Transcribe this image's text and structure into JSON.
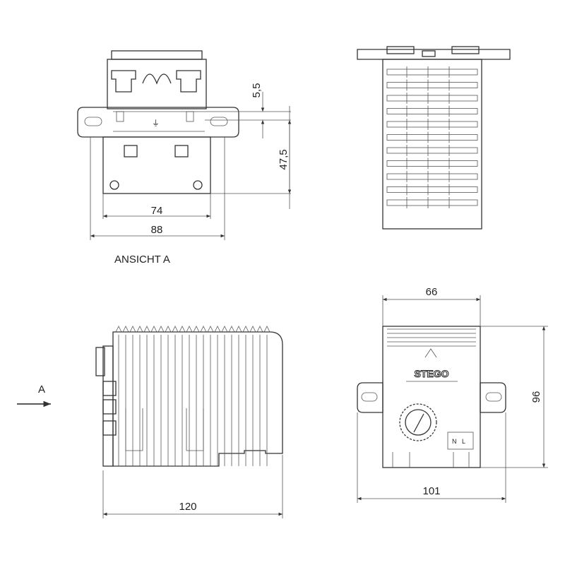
{
  "view_label": "ANSICHT A",
  "arrow_label": "A",
  "brand": "STEGO",
  "terminals": [
    "N",
    "L"
  ],
  "dimensions": {
    "d_5_5": "5,5",
    "d_47_5": "47,5",
    "d_74": "74",
    "d_88": "88",
    "d_66": "66",
    "d_96": "96",
    "d_120": "120",
    "d_101": "101"
  },
  "colors": {
    "line": "#333333",
    "background": "#ffffff"
  }
}
